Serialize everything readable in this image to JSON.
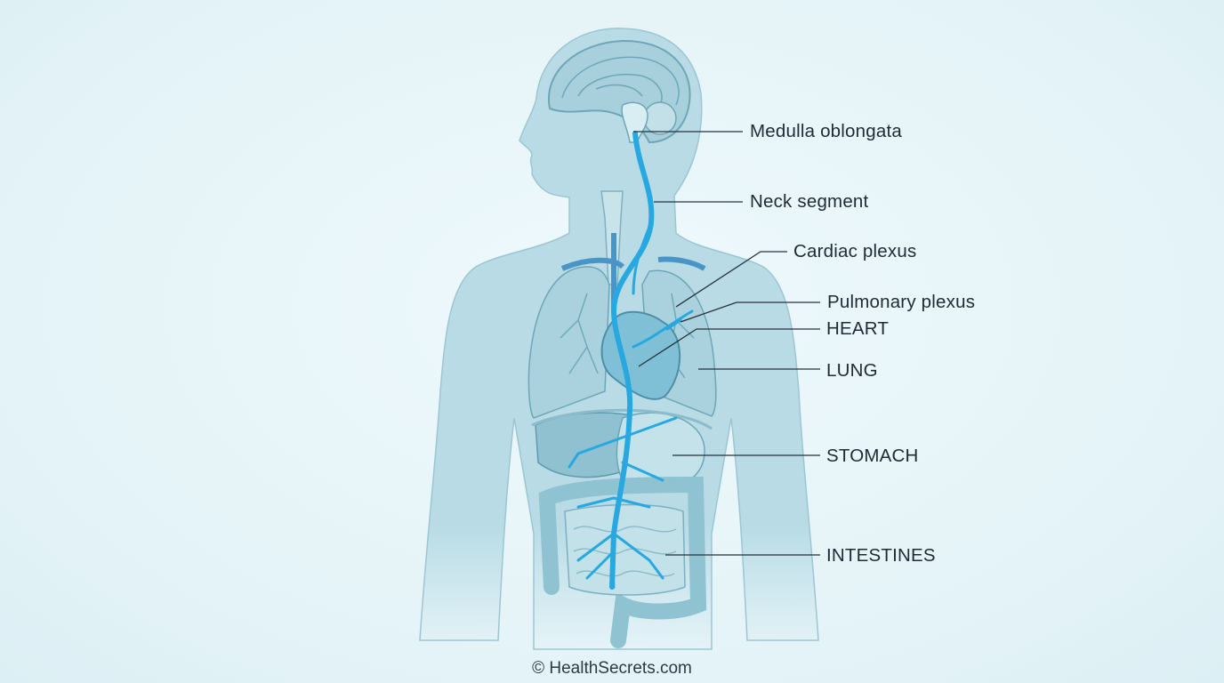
{
  "labels": {
    "medulla": "Medulla oblongata",
    "neck": "Neck segment",
    "cardiac": "Cardiac plexus",
    "pulmonary": "Pulmonary plexus",
    "heart": "HEART",
    "lung": "LUNG",
    "stomach": "STOMACH",
    "intestines": "INTESTINES"
  },
  "watermark": "© HealthSecrets.com",
  "colors": {
    "background": "#e6f4f8",
    "body": "#b8dbe5",
    "nerve": "#27a8e0",
    "organ": "#9ccad8",
    "text": "#1e2b36"
  }
}
